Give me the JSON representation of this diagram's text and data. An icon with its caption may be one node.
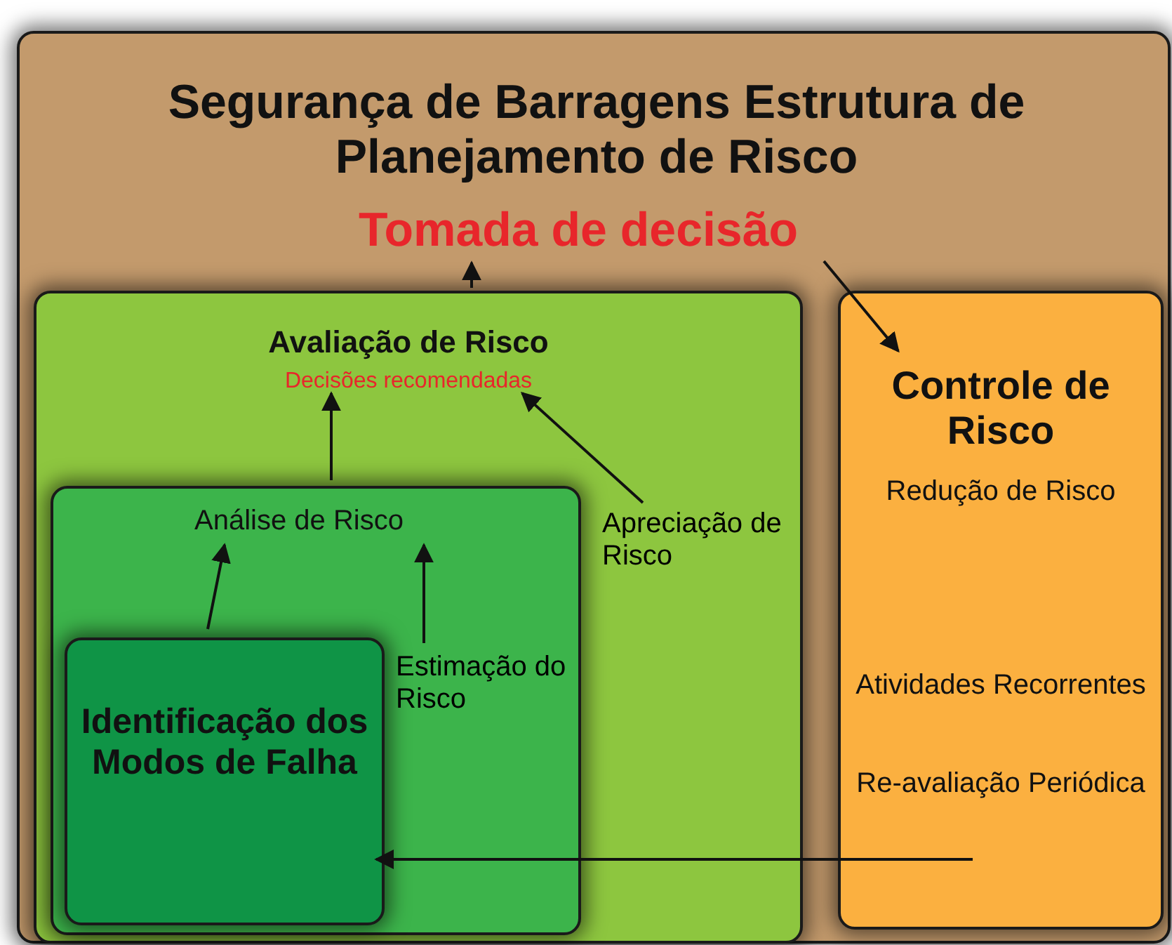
{
  "diagram": {
    "nodes": [
      {
        "text": [
          "Segurança de Barragens Estrutura de Planejamento de Risco"
        ]
      },
      {
        "text": [
          "Tomada de decisão"
        ],
        "in": 0
      },
      {
        "text": [
          "Avaliação de Risco",
          "Decisões recomendadas"
        ],
        "in": 0
      },
      {
        "text": [
          "Apreciação de Risco"
        ],
        "in": 2
      },
      {
        "text": [
          "Análise de Risco"
        ],
        "in": 2
      },
      {
        "text": [
          "Estimação do Risco"
        ],
        "in": 4
      },
      {
        "text": [
          "Identificação dos Modos de Falha"
        ],
        "in": 4
      },
      {
        "text": [
          "Controle de Risco",
          "Redução de Risco",
          "Atividades Recorrentes",
          "Re-avaliação Periódica"
        ],
        "in": 0
      }
    ],
    "edges": [
      {
        "from": 2,
        "to": 1,
        "arrow": "to"
      },
      {
        "from": 1,
        "to": 7,
        "arrow": "to"
      },
      {
        "from": 4,
        "to": 2,
        "arrow": "to"
      },
      {
        "from": 3,
        "to": 2,
        "arrow": "to"
      },
      {
        "from": 6,
        "to": 4,
        "arrow": "to"
      },
      {
        "from": 5,
        "to": 4,
        "arrow": "to"
      },
      {
        "from": 7,
        "to": 6,
        "arrow": "to"
      }
    ]
  }
}
